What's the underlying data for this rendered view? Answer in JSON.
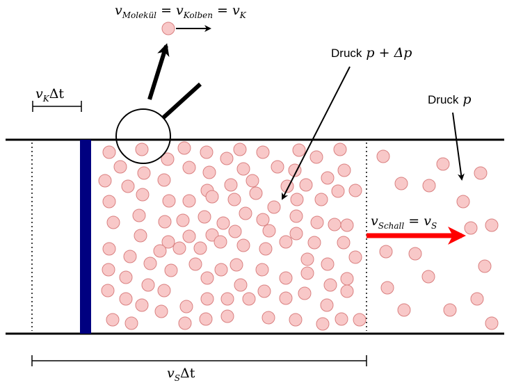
{
  "labels": {
    "molecule_velocity": {
      "v1": "v",
      "s1": "Molekül",
      "eq1": " = ",
      "v2": "v",
      "s2": "Kolben",
      "eq2": " = ",
      "v3": "v",
      "s3": "K"
    },
    "piston_step": {
      "v": "v",
      "s": "K",
      "rest": "Δt"
    },
    "pressure_high": {
      "word": "Druck",
      "expr": "p + Δp"
    },
    "pressure_low": {
      "word": "Druck",
      "expr": "p"
    },
    "sound_velocity": {
      "v1": "v",
      "s1": "Schall",
      "eq": " = ",
      "v2": "v",
      "s2": "S"
    },
    "sound_distance": {
      "v": "v",
      "s": "S",
      "rest": "Δt"
    }
  },
  "colors": {
    "piston": "#000080",
    "molecule_fill": "#f8c8c8",
    "molecule_stroke": "#d98080",
    "sound_arrow": "#ff0000"
  }
}
